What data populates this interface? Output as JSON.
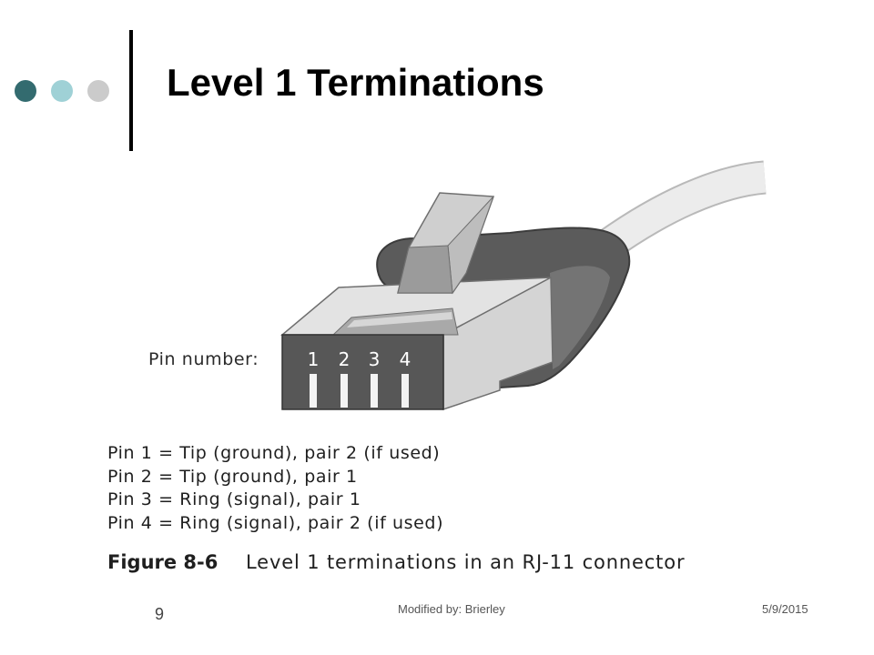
{
  "slide": {
    "title": "Level 1 Terminations"
  },
  "figure": {
    "pin_label": "Pin number:",
    "pin_numbers": [
      "1",
      "2",
      "3",
      "4"
    ],
    "pin_descriptions": [
      "Pin 1 = Tip (ground), pair 2 (if used)",
      "Pin 2 = Tip (ground), pair 1",
      "Pin 3 = Ring (signal), pair 1",
      "Pin 4 = Ring (signal), pair 2 (if used)"
    ],
    "caption_label": "Figure 8-6",
    "caption_text": "Level 1 terminations in an RJ-11 connector"
  },
  "footer": {
    "slide_number": "9",
    "center_text": "Modified by: Brierley",
    "date": "5/9/2015"
  },
  "colors": {
    "background": "#ffffff",
    "dot_dark_teal": "#336b6f",
    "dot_light_teal": "#9fd1d6",
    "dot_grey": "#cbcbcb",
    "title_text": "#000000",
    "divider": "#000000",
    "cable": "#ececec",
    "boot": "#5b5b5b",
    "plug_front": "#575757",
    "plug_top": "#e3e3e3",
    "plug_side": "#d4d4d4",
    "latch": "#cfcfcf",
    "pin_contact": "#f3f3f3"
  }
}
